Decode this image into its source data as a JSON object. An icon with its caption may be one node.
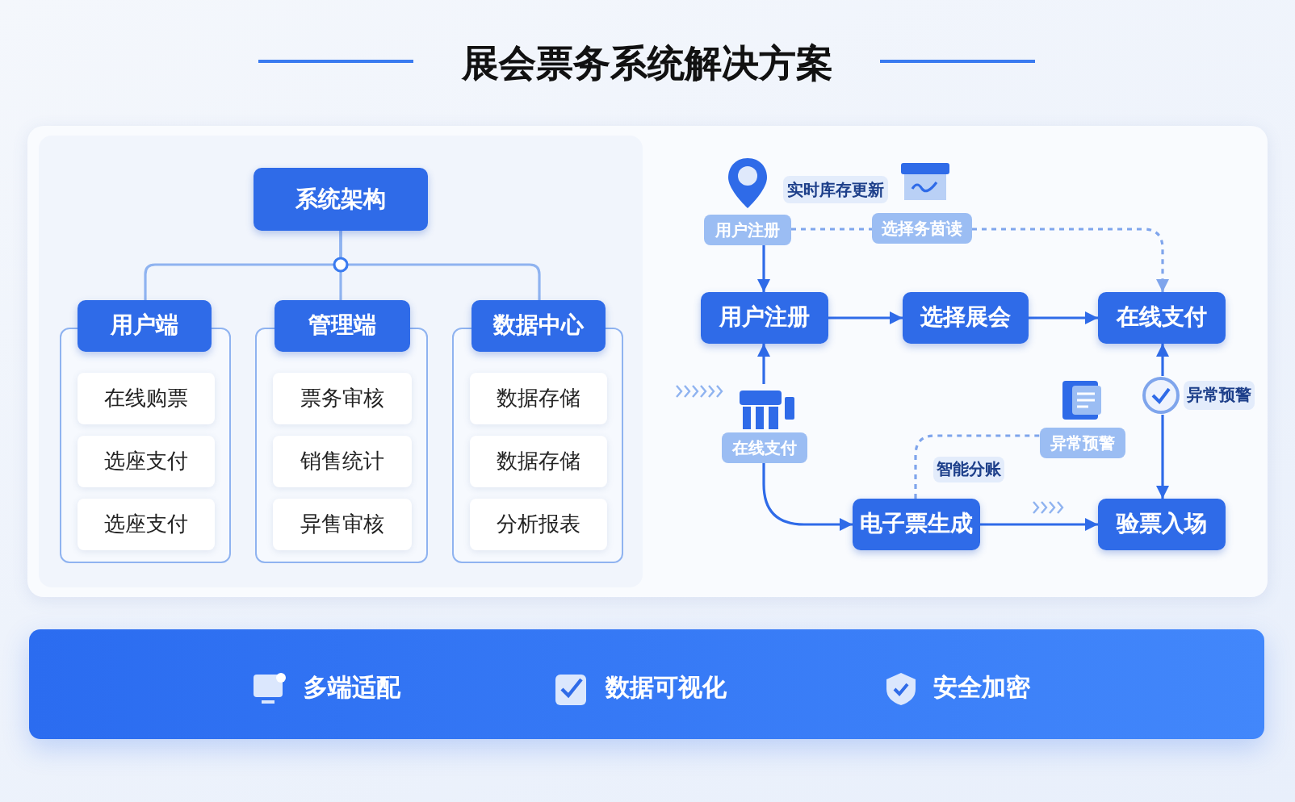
{
  "diagram": {
    "title": "展会票务系统解决方案",
    "nodes": [
      {
        "text": [
          "系统架构"
        ]
      },
      {
        "text": [
          "用户端"
        ]
      },
      {
        "text": [],
        "shape": "box"
      },
      {
        "text": [
          "在线购票"
        ],
        "in": 2
      },
      {
        "text": [
          "选座支付"
        ],
        "in": 2
      },
      {
        "text": [
          "选座支付"
        ],
        "in": 2
      },
      {
        "text": [
          "管理端"
        ]
      },
      {
        "text": [],
        "shape": "box"
      },
      {
        "text": [
          "票务审核"
        ],
        "in": 7
      },
      {
        "text": [
          "销售统计"
        ],
        "in": 7
      },
      {
        "text": [
          "异售审核"
        ],
        "in": 7
      },
      {
        "text": [
          "数据中心"
        ]
      },
      {
        "text": [],
        "shape": "box"
      },
      {
        "text": [
          "数据存储"
        ],
        "in": 12
      },
      {
        "text": [
          "数据存储"
        ],
        "in": 12
      },
      {
        "text": [
          "分析报表"
        ],
        "in": 12
      },
      {
        "text": [
          "用户注册"
        ]
      },
      {
        "text": [
          "实时库存更新"
        ]
      },
      {
        "text": [
          "选择务茵读"
        ]
      },
      {
        "text": [
          "用户注册"
        ]
      },
      {
        "text": [
          "选择展会"
        ]
      },
      {
        "text": [
          "在线支付"
        ]
      },
      {
        "text": [
          "在线支付"
        ]
      },
      {
        "text": [
          "异常预警"
        ]
      },
      {
        "text": [
          "异常预警"
        ]
      },
      {
        "text": [
          "电子票生成"
        ]
      },
      {
        "text": [
          "验票入场"
        ]
      },
      {
        "text": [
          "智能分账"
        ]
      }
    ],
    "edges": [
      {
        "from": 0,
        "to": 1,
        "arrow": "none",
        "color": "#8fb3f0"
      },
      {
        "from": 0,
        "to": 6,
        "arrow": "none",
        "color": "#8fb3f0"
      },
      {
        "from": 0,
        "to": 11,
        "arrow": "none",
        "color": "#8fb3f0"
      },
      {
        "from": 16,
        "to": 19,
        "arrow": "to"
      },
      {
        "from": 19,
        "to": 20,
        "arrow": "to"
      },
      {
        "from": 20,
        "to": 21,
        "arrow": "to"
      },
      {
        "from": 16,
        "to": 18,
        "arrow": "none",
        "style": "dashed",
        "color": "#7fa5ec"
      },
      {
        "from": 18,
        "to": 21,
        "arrow": "to",
        "style": "dashed",
        "color": "#7fa5ec"
      },
      {
        "from": 22,
        "to": 19,
        "arrow": "to"
      },
      {
        "from": 22,
        "to": 25,
        "arrow": "to"
      },
      {
        "from": 25,
        "to": 26,
        "arrow": "to"
      },
      {
        "from": 25,
        "to": 23,
        "arrow": "none",
        "style": "dashed",
        "color": "#7fa5ec"
      },
      {
        "from": 24,
        "to": 21,
        "arrow": "to"
      },
      {
        "from": 24,
        "to": 26,
        "arrow": "to"
      }
    ],
    "labels": [
      "多端适配",
      "数据可视化",
      "安全加密"
    ]
  }
}
